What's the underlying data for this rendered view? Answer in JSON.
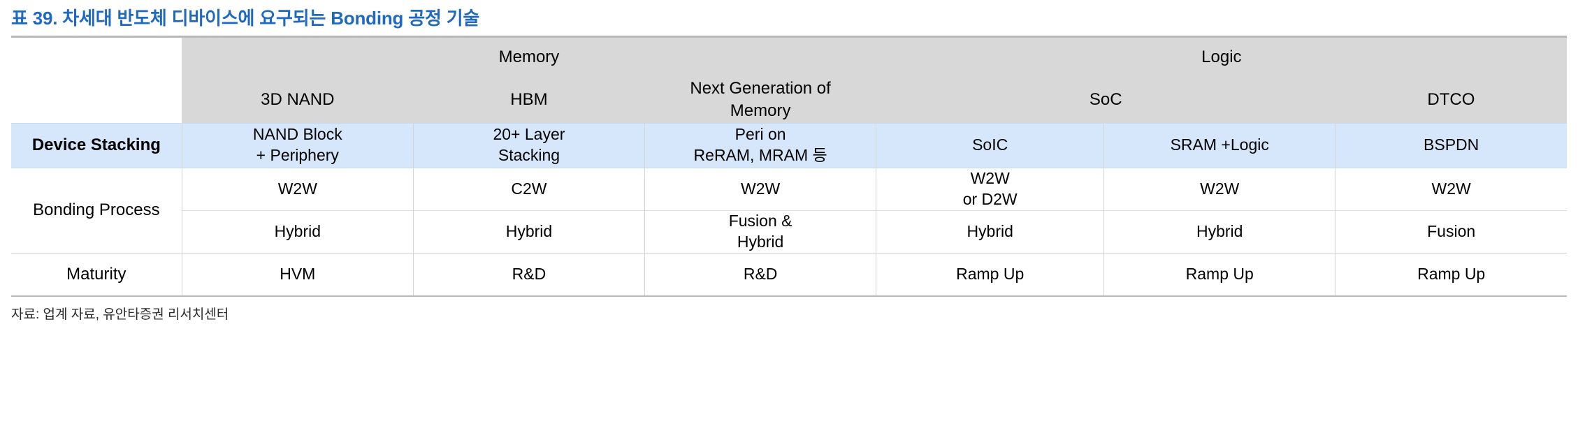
{
  "title": "표 39. 차세대 반도체 디바이스에 요구되는 Bonding 공정 기술",
  "source": "자료: 업계 자료, 유안타증권 리서치센터",
  "colors": {
    "title": "#1f69c0",
    "header_bg": "#d8d8d8",
    "highlight_row_bg": "#d6e7fb",
    "rule": "#b9b9b9",
    "cell_border": "#d4d4d4"
  },
  "table": {
    "group_headers": [
      {
        "label": "",
        "span": 1
      },
      {
        "label": "Memory",
        "span": 3
      },
      {
        "label": "Logic",
        "span": 3
      }
    ],
    "sub_headers": [
      "",
      "3D NAND",
      "HBM",
      "Next Generation of\nMemory",
      "SoC",
      "DTCO"
    ],
    "rows": [
      {
        "label": "Device Stacking",
        "highlight": true,
        "cells": [
          "NAND Block\n+ Periphery",
          "20+ Layer\nStacking",
          "Peri on\nReRAM, MRAM 등",
          "SoIC",
          "SRAM +Logic",
          "BSPDN"
        ]
      },
      {
        "label": "Bonding Process",
        "highlight": false,
        "cells": [
          "W2W",
          "C2W",
          "W2W",
          "W2W\nor D2W",
          "W2W",
          "W2W"
        ]
      },
      {
        "label": "",
        "highlight": false,
        "cells": [
          "Hybrid",
          "Hybrid",
          "Fusion &\nHybrid",
          "Hybrid",
          "Hybrid",
          "Fusion"
        ]
      },
      {
        "label": "Maturity",
        "highlight": false,
        "cells": [
          "HVM",
          "R&D",
          "R&D",
          "Ramp Up",
          "Ramp Up",
          "Ramp Up"
        ]
      }
    ]
  }
}
